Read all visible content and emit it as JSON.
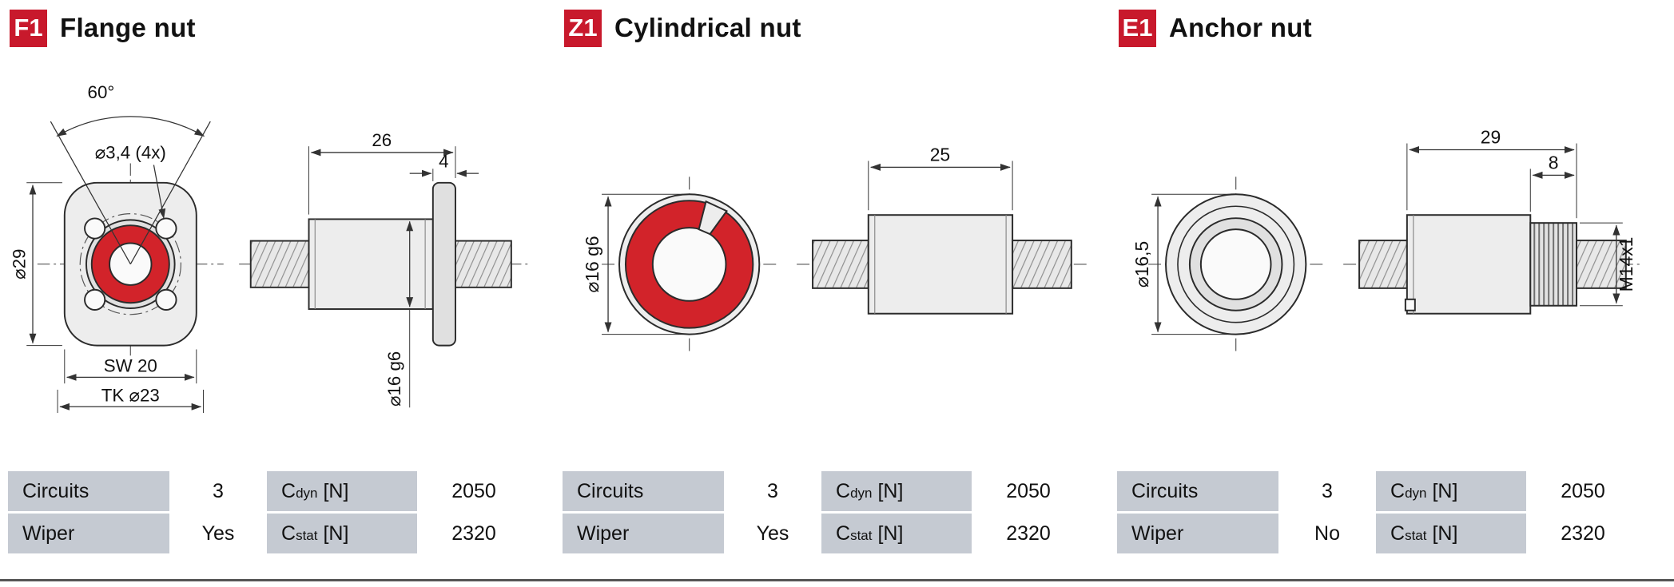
{
  "colors": {
    "accent_red": "#C8192C",
    "ring_red": "#D2232A",
    "table_label_bg": "#C5CAD2",
    "rule": "#555555"
  },
  "panels": [
    {
      "badge": "F1",
      "title": "Flange nut",
      "drawing": {
        "dims": {
          "angle": "60°",
          "hole_dia": "⌀3,4 (4x)",
          "flange_dia": "⌀29",
          "wrench_flats": "SW 20",
          "bolt_circle": "TK ⌀23",
          "length": "26",
          "flange_thickness": "4",
          "nut_dia": "⌀16 g6"
        }
      },
      "table": {
        "circuits": {
          "label": "Circuits",
          "value": "3"
        },
        "wiper": {
          "label": "Wiper",
          "value": "Yes"
        },
        "cdyn": {
          "base": "C",
          "sub": "dyn",
          "unit": "[N]",
          "value": "2050"
        },
        "cstat": {
          "base": "C",
          "sub": "stat",
          "unit": "[N]",
          "value": "2320"
        }
      }
    },
    {
      "badge": "Z1",
      "title": "Cylindrical nut",
      "drawing": {
        "dims": {
          "nut_dia": "⌀16 g6",
          "length": "25"
        }
      },
      "table": {
        "circuits": {
          "label": "Circuits",
          "value": "3"
        },
        "wiper": {
          "label": "Wiper",
          "value": "Yes"
        },
        "cdyn": {
          "base": "C",
          "sub": "dyn",
          "unit": "[N]",
          "value": "2050"
        },
        "cstat": {
          "base": "C",
          "sub": "stat",
          "unit": "[N]",
          "value": "2320"
        }
      }
    },
    {
      "badge": "E1",
      "title": "Anchor nut",
      "drawing": {
        "dims": {
          "nut_dia": "⌀16,5",
          "length": "29",
          "thread_length": "8",
          "thread": "M14x1"
        }
      },
      "table": {
        "circuits": {
          "label": "Circuits",
          "value": "3"
        },
        "wiper": {
          "label": "Wiper",
          "value": "No"
        },
        "cdyn": {
          "base": "C",
          "sub": "dyn",
          "unit": "[N]",
          "value": "2050"
        },
        "cstat": {
          "base": "C",
          "sub": "stat",
          "unit": "[N]",
          "value": "2320"
        }
      }
    }
  ]
}
